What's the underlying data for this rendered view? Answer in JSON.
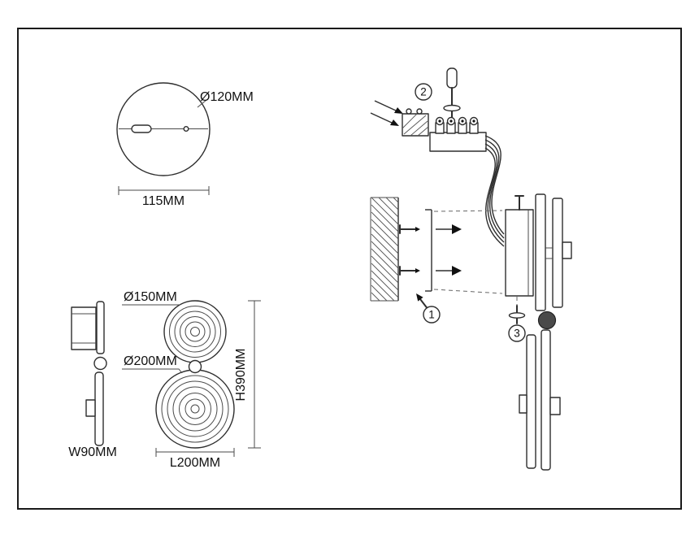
{
  "page": {
    "background": "#ffffff",
    "frame_color": "#1a1a1a",
    "line_color": "#2e2e2e",
    "text_color": "#111111"
  },
  "views": {
    "mount_plate": {
      "diameter_label": "Ø120MM",
      "width_label": "115MM"
    },
    "front": {
      "top_disc_diameter_label": "Ø150MM",
      "bottom_disc_diameter_label": "Ø200MM",
      "height_label": "H390MM",
      "length_label": "L200MM"
    },
    "side": {
      "width_label": "W90MM"
    },
    "installation": {
      "step_wall_bracket": "1",
      "step_wiring": "2",
      "step_fix_body": "3"
    }
  }
}
